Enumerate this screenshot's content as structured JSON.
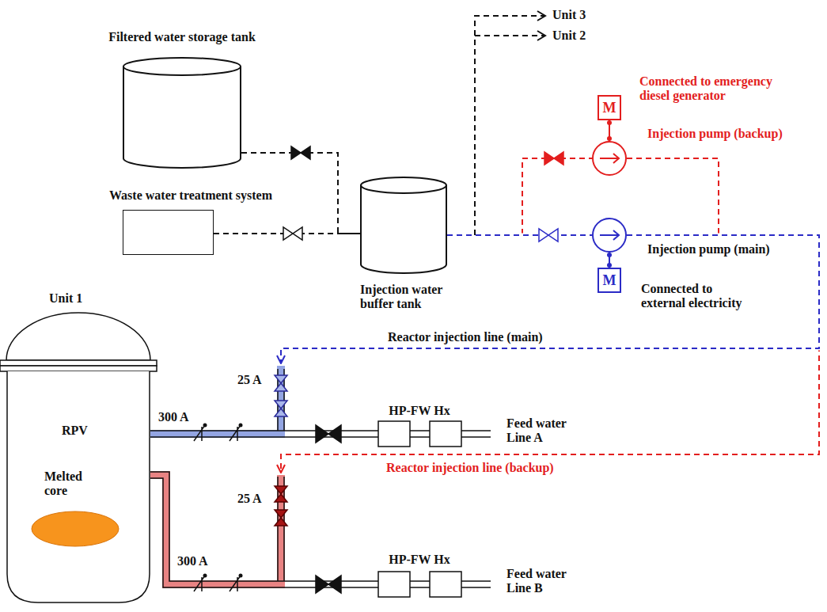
{
  "diagram": {
    "nodes": [
      {
        "text": [
          "Filtered water storage tank"
        ]
      },
      {
        "text": [
          "Waste water treatment system"
        ]
      },
      {
        "text": [
          "Injection water buffer tank"
        ]
      },
      {
        "text": [
          "M"
        ]
      },
      {
        "text": [
          "Injection pump (backup)"
        ]
      },
      {
        "text": [
          "Injection pump (main)"
        ]
      },
      {
        "text": [
          "M"
        ]
      },
      {
        "text": [
          "Unit 1",
          "RPV",
          "Melted core"
        ]
      }
    ],
    "edges": [
      {
        "from": 0,
        "to": 2,
        "arrow": "none"
      },
      {
        "from": 1,
        "to": 2,
        "arrow": "none"
      },
      {
        "from": 2,
        "to": 4,
        "arrow": "none"
      },
      {
        "from": 3,
        "to": 4,
        "arrow": "none"
      },
      {
        "from": 4,
        "to": 7,
        "arrow": "to",
        "label": "Reactor injection line (backup)"
      },
      {
        "from": 2,
        "to": 5,
        "arrow": "none"
      },
      {
        "from": 5,
        "to": 6,
        "arrow": "none"
      },
      {
        "from": 5,
        "to": 7,
        "arrow": "to",
        "label": "Reactor injection line (main)"
      }
    ],
    "labels": [
      "Unit 3",
      "Unit 2",
      "Connected to emergency diesel generator",
      "Connected to external electricity",
      "25 A",
      "300 A",
      "HP-FW Hx",
      "Feed water Line A",
      "25 A",
      "300 A",
      "HP-FW Hx",
      "Feed water Line B"
    ]
  }
}
